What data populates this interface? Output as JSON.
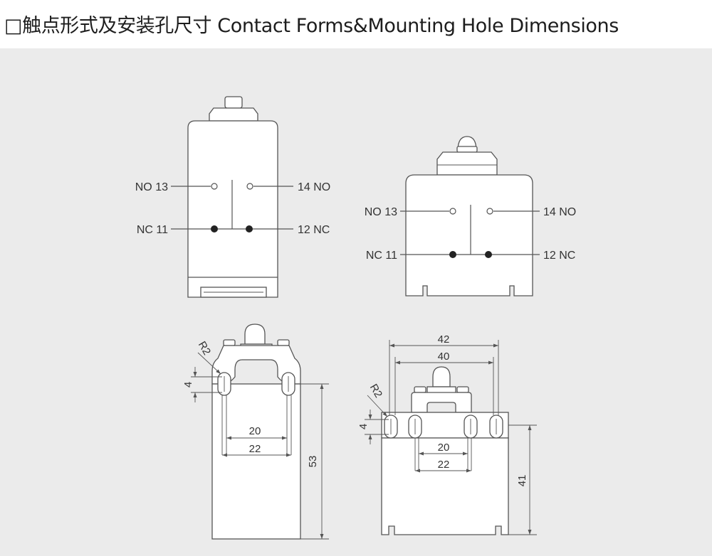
{
  "header": {
    "title": "□触点形式及安装孔尺寸 Contact Forms&Mounting Hole Dimensions"
  },
  "diagram_1": {
    "labels": {
      "no13": "NO 13",
      "nc11": "NC 11",
      "no14": "14 NO",
      "nc12": "12 NC"
    }
  },
  "diagram_2": {
    "labels": {
      "no13": "NO 13",
      "nc11": "NC 11",
      "no14": "14 NO",
      "nc12": "12 NC"
    }
  },
  "diagram_3": {
    "dims": {
      "radius": "R2",
      "hole": "4",
      "inner": "20",
      "outer": "22",
      "height": "53"
    }
  },
  "diagram_4": {
    "dims": {
      "width_outer": "42",
      "width_inner": "40",
      "radius": "R2",
      "hole": "4",
      "inner": "20",
      "outer": "22",
      "height": "41"
    }
  }
}
